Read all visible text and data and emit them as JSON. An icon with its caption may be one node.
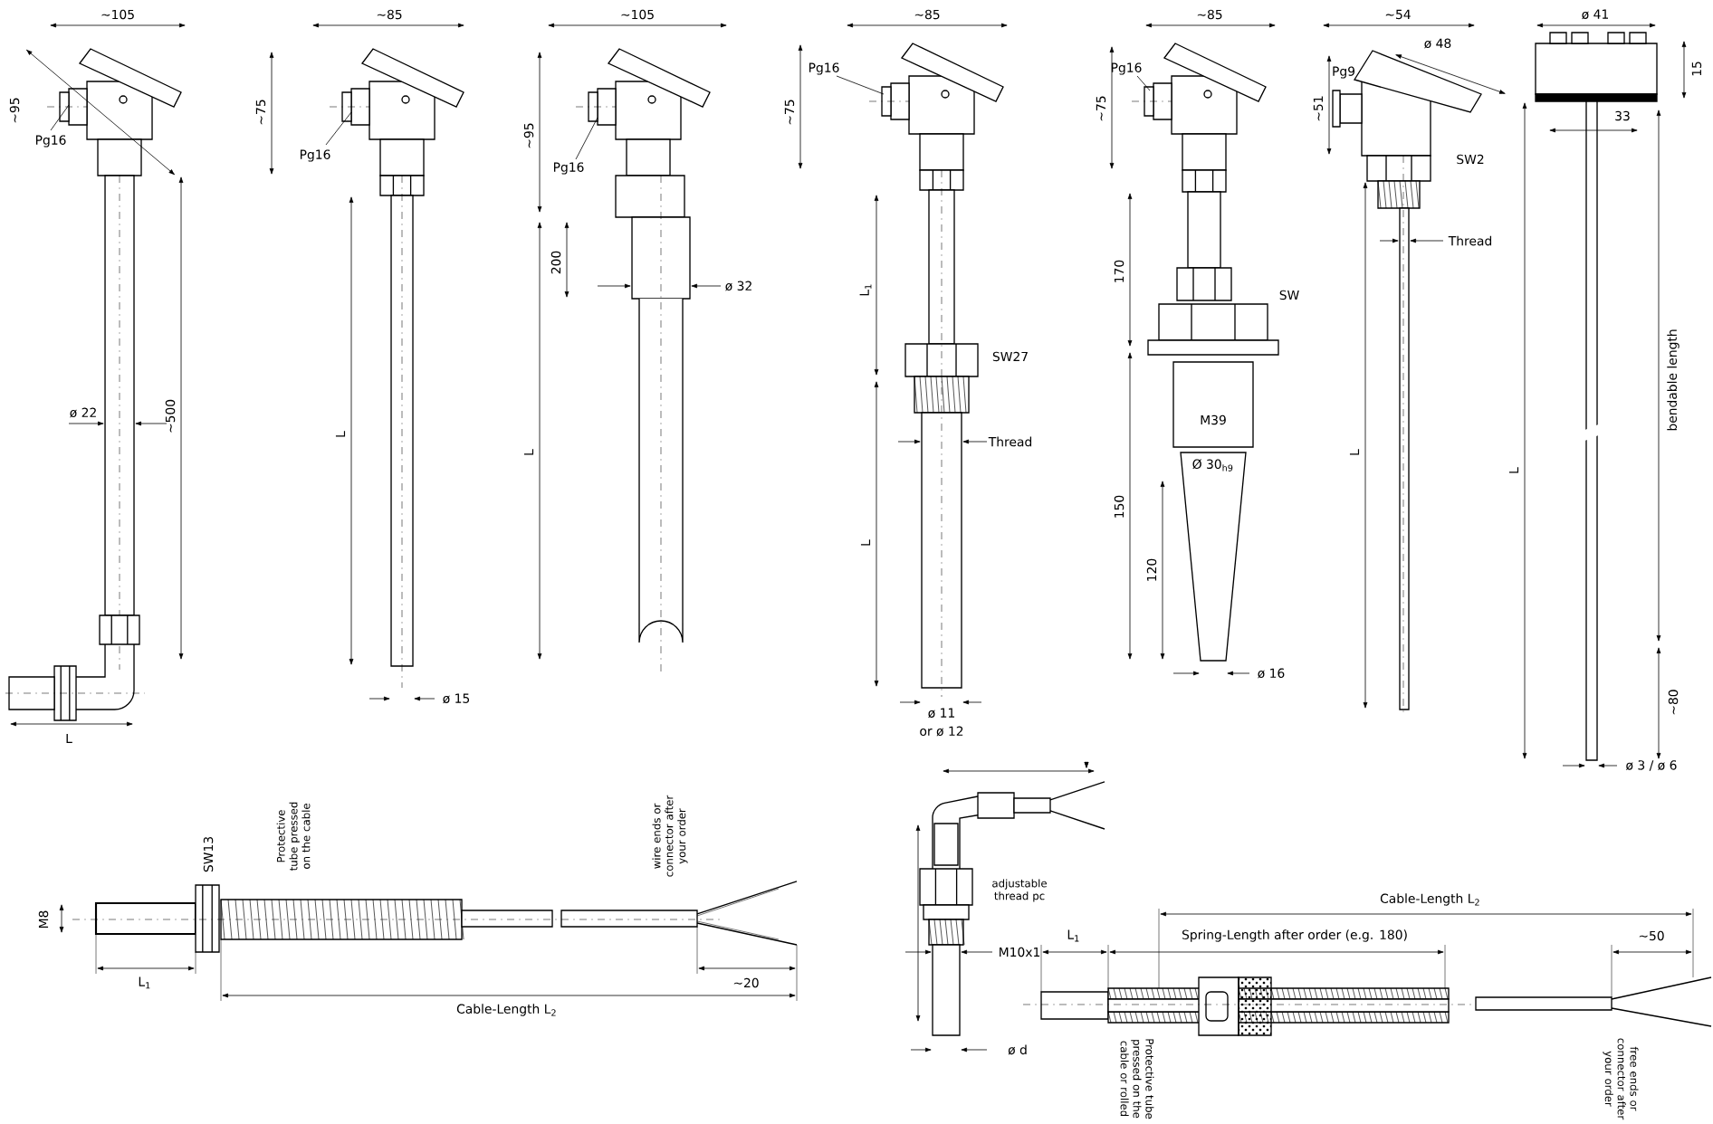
{
  "diagram": {
    "labels": [
      "~105",
      "~95",
      "Pg16",
      "ø 22",
      "~500",
      "L",
      "~85",
      "~75",
      "Pg16",
      "L",
      "ø 15",
      "~105",
      "~95",
      "Pg16",
      "200",
      "ø 32",
      "L",
      "~85",
      "~75",
      "Pg16",
      "L$_{1}$",
      "SW27",
      "Thread",
      "L",
      "ø 11",
      "or ø 12",
      "~85",
      "~75",
      "Pg16",
      "170",
      "SW",
      "M39",
      "Ø 30$_{h9}$",
      "150",
      "120",
      "ø 16",
      "~54",
      "ø 48",
      "Pg9",
      "~51",
      "SW2",
      "Thread",
      "L",
      "ø 41",
      "15",
      "33",
      "bendable length",
      "L",
      "~80",
      "ø 3 / ø 6",
      "M8",
      "SW13",
      "Protective tube pressed on the cable",
      "wire ends or connector after your order",
      "L$_{1}$",
      "~20",
      "Cable-Length L$_{2}$",
      "adjustable thread pc",
      "M10x1",
      "ø d",
      "L$_{1}$",
      "Spring-Length after order (e.g. 180)",
      "Cable-Length L$_{2}$",
      "~50",
      "Protective tube pressed on the cable or rolled",
      "free ends or connector after your order"
    ]
  }
}
